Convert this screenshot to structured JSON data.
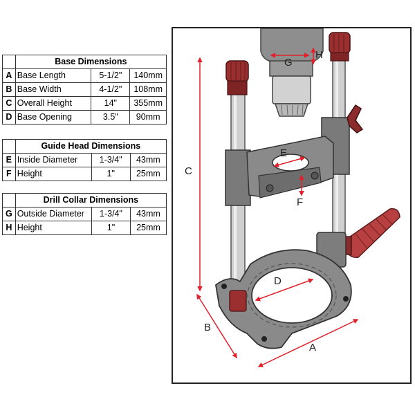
{
  "tables": {
    "base": {
      "title": "Base Dimensions",
      "rows": [
        {
          "letter": "A",
          "label": "Base Length",
          "inch": "5-1/2\"",
          "mm": "140mm"
        },
        {
          "letter": "B",
          "label": "Base Width",
          "inch": "4-1/2\"",
          "mm": "108mm"
        },
        {
          "letter": "C",
          "label": "Overall Height",
          "inch": "14\"",
          "mm": "355mm"
        },
        {
          "letter": "D",
          "label": "Base Opening",
          "inch": "3.5\"",
          "mm": "90mm"
        }
      ]
    },
    "guide": {
      "title": "Guide Head Dimensions",
      "rows": [
        {
          "letter": "E",
          "label": "Inside Diameter",
          "inch": "1-3/4\"",
          "mm": "43mm"
        },
        {
          "letter": "F",
          "label": "Height",
          "inch": "1\"",
          "mm": "25mm"
        }
      ]
    },
    "collar": {
      "title": "Drill Collar Dimensions",
      "rows": [
        {
          "letter": "G",
          "label": "Outside Diameter",
          "inch": "1-3/4\"",
          "mm": "43mm"
        },
        {
          "letter": "H",
          "label": "Height",
          "inch": "1\"",
          "mm": "25mm"
        }
      ]
    }
  },
  "diagram": {
    "labels": {
      "A": "A",
      "B": "B",
      "C": "C",
      "D": "D",
      "E": "E",
      "F": "F",
      "G": "G",
      "H": "H"
    },
    "colors": {
      "arrow": "#e0202a",
      "rod": "#c8c8c8",
      "metal": "#8a8a8a",
      "metal_dark": "#5e5e5e",
      "knob": "#9b2f2f",
      "handle": "#b84040"
    }
  }
}
